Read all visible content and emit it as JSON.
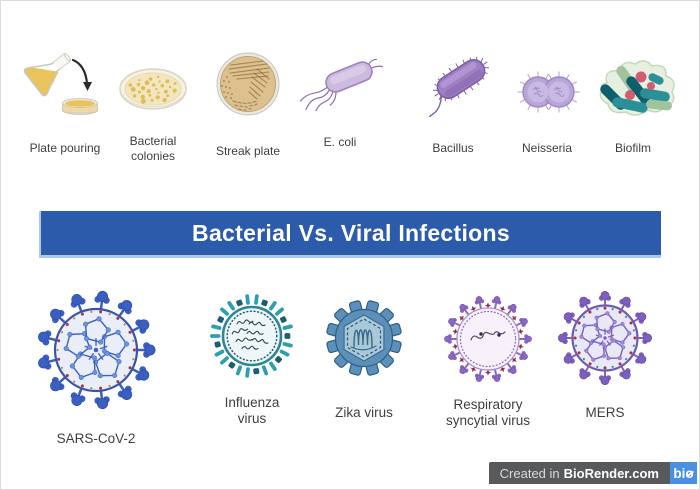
{
  "page": {
    "background": "#ffffff",
    "border_color": "#dcdcdc"
  },
  "banner": {
    "title": "Bacterial Vs. Viral Infections",
    "bg_color": "#2b5baa",
    "text_color": "#ffffff"
  },
  "top_row": {
    "items": [
      {
        "icon": "plate-pouring-icon",
        "label": "Plate pouring"
      },
      {
        "icon": "bacterial-colonies-icon",
        "label": "Bacterial\ncolonies"
      },
      {
        "icon": "streak-plate-icon",
        "label": "Streak plate"
      },
      {
        "icon": "e-coli-icon",
        "label": "E. coli"
      },
      {
        "icon": "bacillus-icon",
        "label": "Bacillus"
      },
      {
        "icon": "neisseria-icon",
        "label": "Neisseria"
      },
      {
        "icon": "biofilm-icon",
        "label": "Biofilm"
      }
    ]
  },
  "bottom_row": {
    "items": [
      {
        "icon": "sars-cov-2-icon",
        "label": "SARS-CoV-2"
      },
      {
        "icon": "influenza-virus-icon",
        "label": "Influenza\nvirus"
      },
      {
        "icon": "zika-virus-icon",
        "label": "Zika virus"
      },
      {
        "icon": "rsv-icon",
        "label": "Respiratory\nsyncytial virus"
      },
      {
        "icon": "mers-icon",
        "label": "MERS"
      }
    ]
  },
  "credit": {
    "prefix": "Created in",
    "brand": "BioRender.com",
    "logo_text": "bio",
    "bar_color": "#58595b",
    "logo_color": "#4a90e2"
  },
  "icon_colors": {
    "plate_pouring": {
      "liquid": "#e9c45c",
      "glass": "#f7f6f1",
      "outline": "#c9c7bf",
      "arrow": "#2a2a2a",
      "dish": "#f3eedb",
      "agar_side": "#eed9a0"
    },
    "bacterial_colonies": {
      "dish": "#f7f1dd",
      "agar": "#f2e6c1",
      "rim": "#d9d5c6",
      "agar_edge": "#e8dcb4",
      "colony": "#e0bd55"
    },
    "streak_plate": {
      "agar": "#dcc08e",
      "rim": "#e9e7df",
      "rim_edge": "#c6c6bf",
      "agar_edge": "#c3a271",
      "streak": "#8f6b3e"
    },
    "e_coli": {
      "body": "#cdbade",
      "outline": "#9c82c0",
      "highlight": "#dcd0ea",
      "flagella": "#8a6fb0"
    },
    "bacillus": {
      "body": "#9d7fc2",
      "outline": "#7e5fa6",
      "shade": "#8a68b0",
      "highlight": "#b79bd6"
    },
    "neisseria": {
      "body": "#b9a6d8",
      "outline": "#9d87c6",
      "inner": "#cabde5",
      "texture": "#9a85c4"
    },
    "biofilm": {
      "matrix": "#e6efe0",
      "matrix_edge": "#c2d9bb",
      "rod_green": "#9fc39b",
      "rod_teal": "#2a8f96",
      "rod_dark": "#0e5f6b",
      "coccus": "#d15c72"
    },
    "sars_cov_2": {
      "membrane": "#e9eef8",
      "ring": "#3a55a8",
      "spike": "#3a5fc0",
      "spike_dark": "#2b4a9e",
      "bead": "#6e93dd",
      "dot_red": "#a8353f",
      "dot_orange": "#c58a35"
    },
    "influenza": {
      "interior": "#eef6f8",
      "ring": "#2d8596",
      "spike": "#2da0ad",
      "blob": "#1b5f74",
      "rna": "#2d4752"
    },
    "zika": {
      "body": "#5d90b8",
      "outline": "#2d5f88",
      "core": "#a9c8d8",
      "dash": "#2e5a7a",
      "coil": "#3a6a85"
    },
    "rsv": {
      "interior": "#f7f1fb",
      "ring": "#a88fd0",
      "spike": "#8a68c2",
      "spike_dark": "#6b4aa6",
      "cross": "#8e2c52",
      "rna": "#4a4066",
      "dot": "#2f2b47"
    },
    "mers": {
      "membrane": "#e8e8f6",
      "ring": "#6f5cae",
      "spike": "#7d5fc0",
      "spike_dark": "#63479f",
      "bead": "#9d90d6",
      "dot_red": "#a8353f",
      "dot_orange": "#3f8f8f"
    }
  }
}
